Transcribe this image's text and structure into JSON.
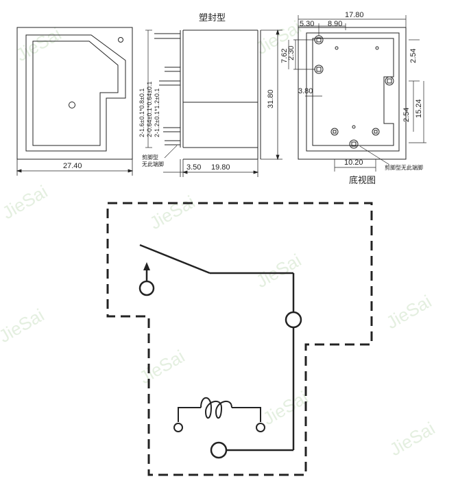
{
  "top": {
    "title_plastic": "塑封型",
    "title_bottom_view": "底视图",
    "note_cut_pin_left": [
      "剪脚型",
      "无此端脚"
    ],
    "note_cut_pin_right": "剪脚型无此端脚"
  },
  "dims": {
    "left_width": "27.40",
    "side_offset": "3.50",
    "side_width": "19.80",
    "side_height": "31.80",
    "pin1": "2-1.6±0.1*0.8±0.1",
    "pin2": "2-0.64±0.1*0.64±0.1",
    "pin3": "2-1.2±0.1*1.2±0.1",
    "bottom_top_a": "5.30",
    "bottom_top_b": "8.90",
    "bottom_top_c": "17.80",
    "bottom_left_a": "7.62",
    "bottom_left_b": "2.30",
    "bottom_left_c": "3.80",
    "bottom_right_a": "2.54",
    "bottom_right_b": "2.54",
    "bottom_right_c": "15.24",
    "bottom_width": "10.20"
  },
  "watermark": "JieSai",
  "colors": {
    "line": "#222222",
    "watermark": "#cfe3c8"
  }
}
